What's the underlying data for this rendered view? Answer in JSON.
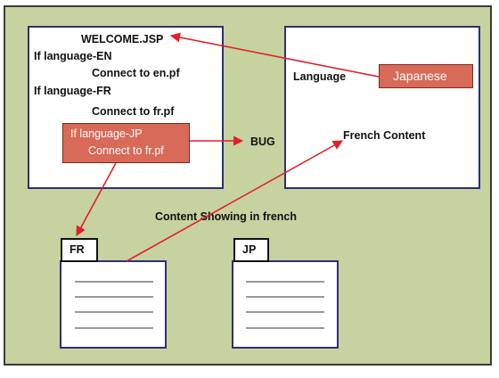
{
  "welcome_box": {
    "title": "WELCOME.JSP",
    "line1": "If language-EN",
    "line2": "Connect to en.pf",
    "line3": "If language-FR",
    "line4": "Connect to fr.pf",
    "jp_line1": "If language-JP",
    "jp_line2": "Connect to fr.pf"
  },
  "bug_label": "BUG",
  "right_box": {
    "language_label": "Language",
    "language_value": "Japanese",
    "content_label": "French Content"
  },
  "caption": "Content Showing in french",
  "fr_doc": {
    "tab": "FR"
  },
  "jp_doc": {
    "tab": "JP"
  },
  "colors": {
    "background": "#c6d2a0",
    "box_border": "#2e2e7a",
    "red_fill": "#d86a58",
    "arrow": "#e0202a"
  }
}
